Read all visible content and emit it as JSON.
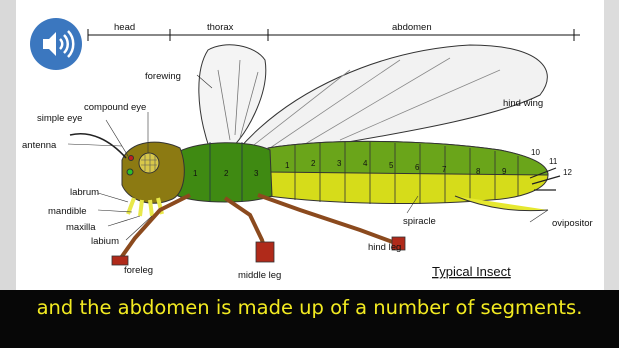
{
  "caption": "and the abdomen is made up of a number of segments.",
  "icons": {
    "audio": "speaker-icon"
  },
  "colors": {
    "caption_bg": "#070707",
    "caption_text": "#f2ea21",
    "audio_button": "#3b77bf",
    "head": "#8c7a12",
    "thorax": "#3f8a12",
    "abdomen_top": "#6aa51a",
    "abdomen_bottom": "#d6dc1a",
    "legs": "#8b4a1e",
    "leg_joints": "#b02a1a"
  },
  "diagram": {
    "sections": {
      "head": "head",
      "thorax": "thorax",
      "abdomen": "abdomen"
    },
    "labels": {
      "forewing": "forewing",
      "hind_wing": "hind wing",
      "compound_eye": "compound eye",
      "simple_eye": "simple eye",
      "antenna": "antenna",
      "labrum": "labrum",
      "mandible": "mandible",
      "maxilla": "maxilla",
      "labium": "labium",
      "foreleg": "foreleg",
      "middle_leg": "middle leg",
      "hind_leg": "hind leg",
      "spiracle": "spiracle",
      "ovipositor": "ovipositor"
    },
    "thorax_segments": [
      "1",
      "2",
      "3"
    ],
    "abdomen_segments": [
      "1",
      "2",
      "3",
      "4",
      "5",
      "6",
      "7",
      "8",
      "9",
      "10",
      "11",
      "12"
    ],
    "title": "Typical Insect"
  }
}
